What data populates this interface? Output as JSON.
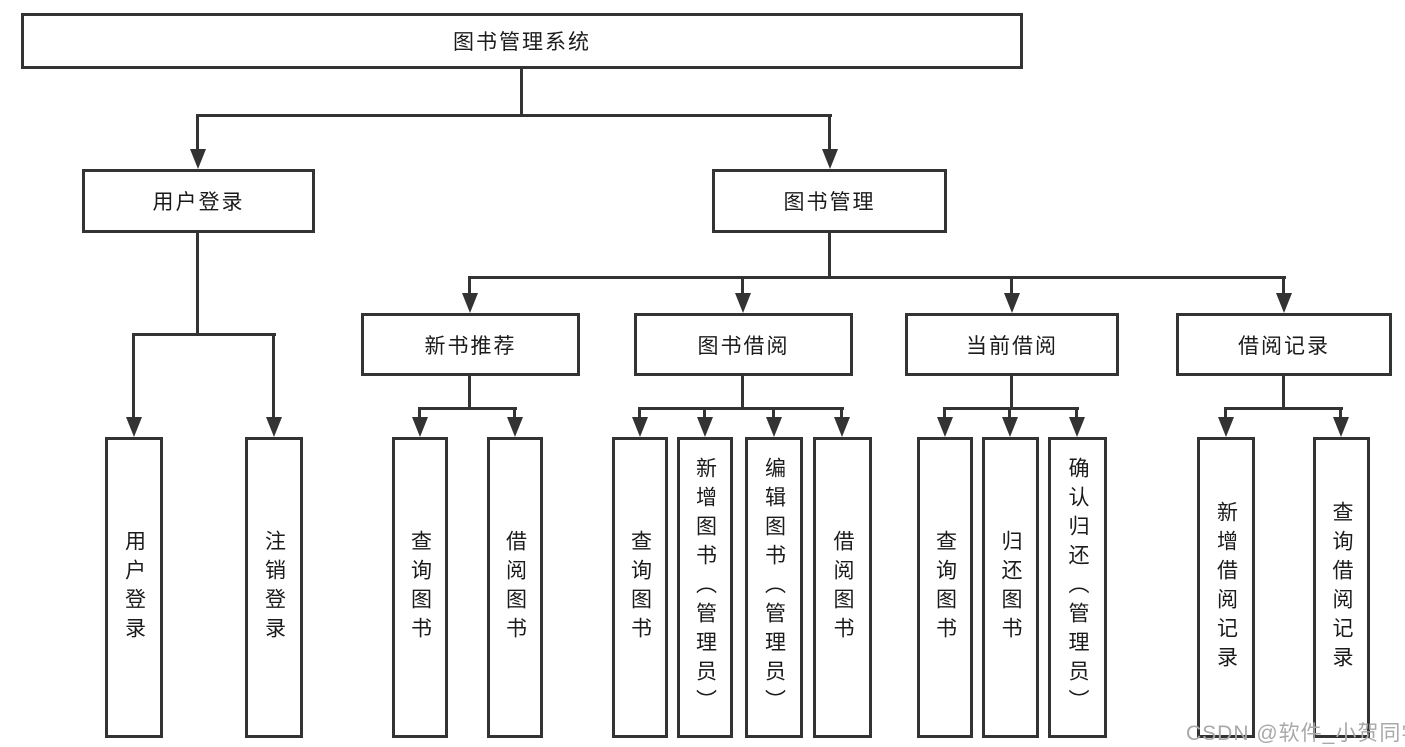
{
  "diagram": {
    "root": "图书管理系统",
    "level2": {
      "user_login": "用户登录",
      "book_mgmt": "图书管理"
    },
    "level3": {
      "new_books": "新书推荐",
      "book_borrow": "图书借阅",
      "current_borrow": "当前借阅",
      "borrow_records": "借阅记录"
    },
    "leaves": {
      "user_login": "用户登录",
      "logout": "注销登录",
      "nb_query": "查询图书",
      "nb_borrow": "借阅图书",
      "bb_query": "查询图书",
      "bb_add": "新增图书（管理员）",
      "bb_edit": "编辑图书（管理员）",
      "bb_borrow": "借阅图书",
      "cb_query": "查询图书",
      "cb_return": "归还图书",
      "cb_confirm": "确认归还（管理员）",
      "br_add": "新增借阅记录",
      "br_query": "查询借阅记录"
    }
  },
  "watermark": "CSDN @软件_小贺同学",
  "colors": {
    "line": "#333333",
    "text": "#1b1b1b",
    "watermark": "#a9a9a9",
    "background": "#ffffff"
  }
}
